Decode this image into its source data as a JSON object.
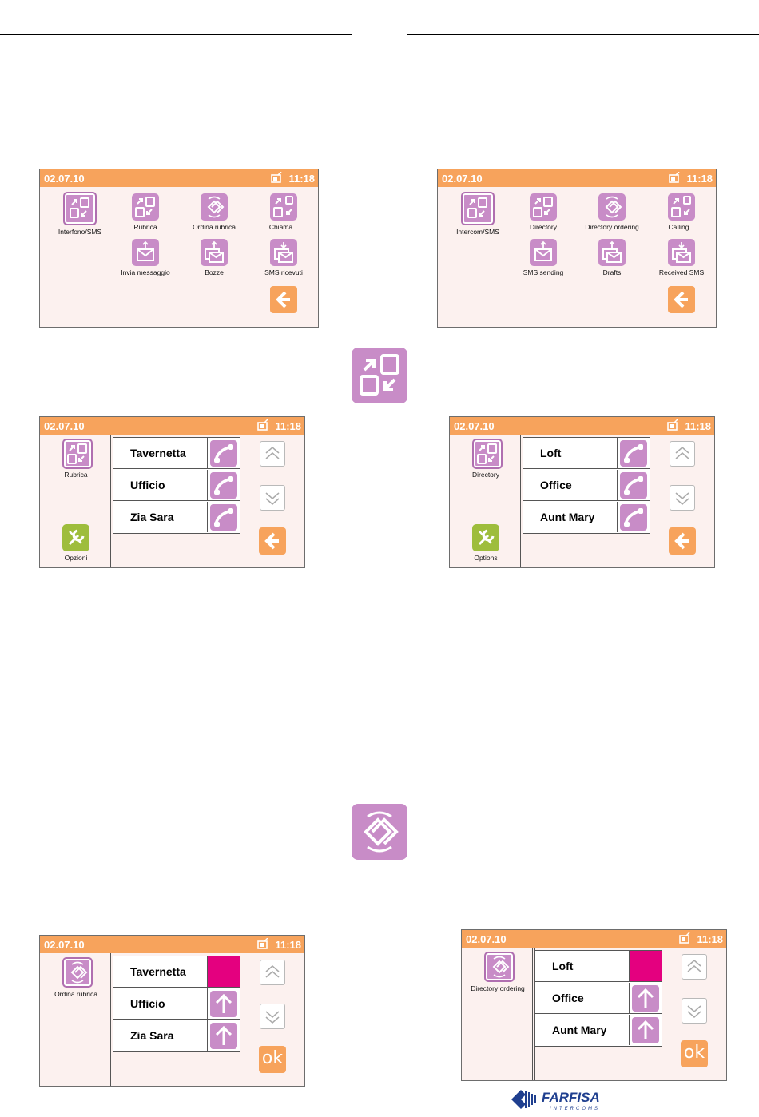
{
  "header": {
    "date": "02.07.10",
    "time": "11:18"
  },
  "screens_it": {
    "menu": [
      {
        "label": "Interfono/SMS",
        "icon": "intercom-icon"
      },
      {
        "label": "Rubrica",
        "icon": "directory-icon"
      },
      {
        "label": "Ordina rubrica",
        "icon": "directory-ordering-icon"
      },
      {
        "label": "Chiama...",
        "icon": "calling-icon"
      },
      {
        "label": "Invia messaggio",
        "icon": "sms-sending-icon"
      },
      {
        "label": "Bozze",
        "icon": "drafts-icon"
      },
      {
        "label": "SMS ricevuti",
        "icon": "received-sms-icon"
      }
    ],
    "directory_title": "Rubrica",
    "options_label": "Opzioni",
    "ordering_title": "Ordina rubrica",
    "entries": [
      "Tavernetta",
      "Ufficio",
      "Zia Sara"
    ]
  },
  "screens_en": {
    "menu": [
      {
        "label": "Intercom/SMS",
        "icon": "intercom-icon"
      },
      {
        "label": "Directory",
        "icon": "directory-icon"
      },
      {
        "label": "Directory ordering",
        "icon": "directory-ordering-icon"
      },
      {
        "label": "Calling...",
        "icon": "calling-icon"
      },
      {
        "label": "SMS sending",
        "icon": "sms-sending-icon"
      },
      {
        "label": "Drafts",
        "icon": "drafts-icon"
      },
      {
        "label": "Received SMS",
        "icon": "received-sms-icon"
      }
    ],
    "directory_title": "Directory",
    "options_label": "Options",
    "ordering_title": "Directory ordering",
    "entries": [
      "Loft",
      "Office",
      "Aunt Mary"
    ]
  },
  "ok_label": "ok",
  "logo": {
    "brand": "FARFISA",
    "sub": "INTERCOMS"
  },
  "colors": {
    "header": "#f7a35c",
    "icon": "#c88cc7",
    "selected": "#e4007f",
    "options": "#9ebd3c",
    "screen_bg": "#fcf1ef"
  }
}
